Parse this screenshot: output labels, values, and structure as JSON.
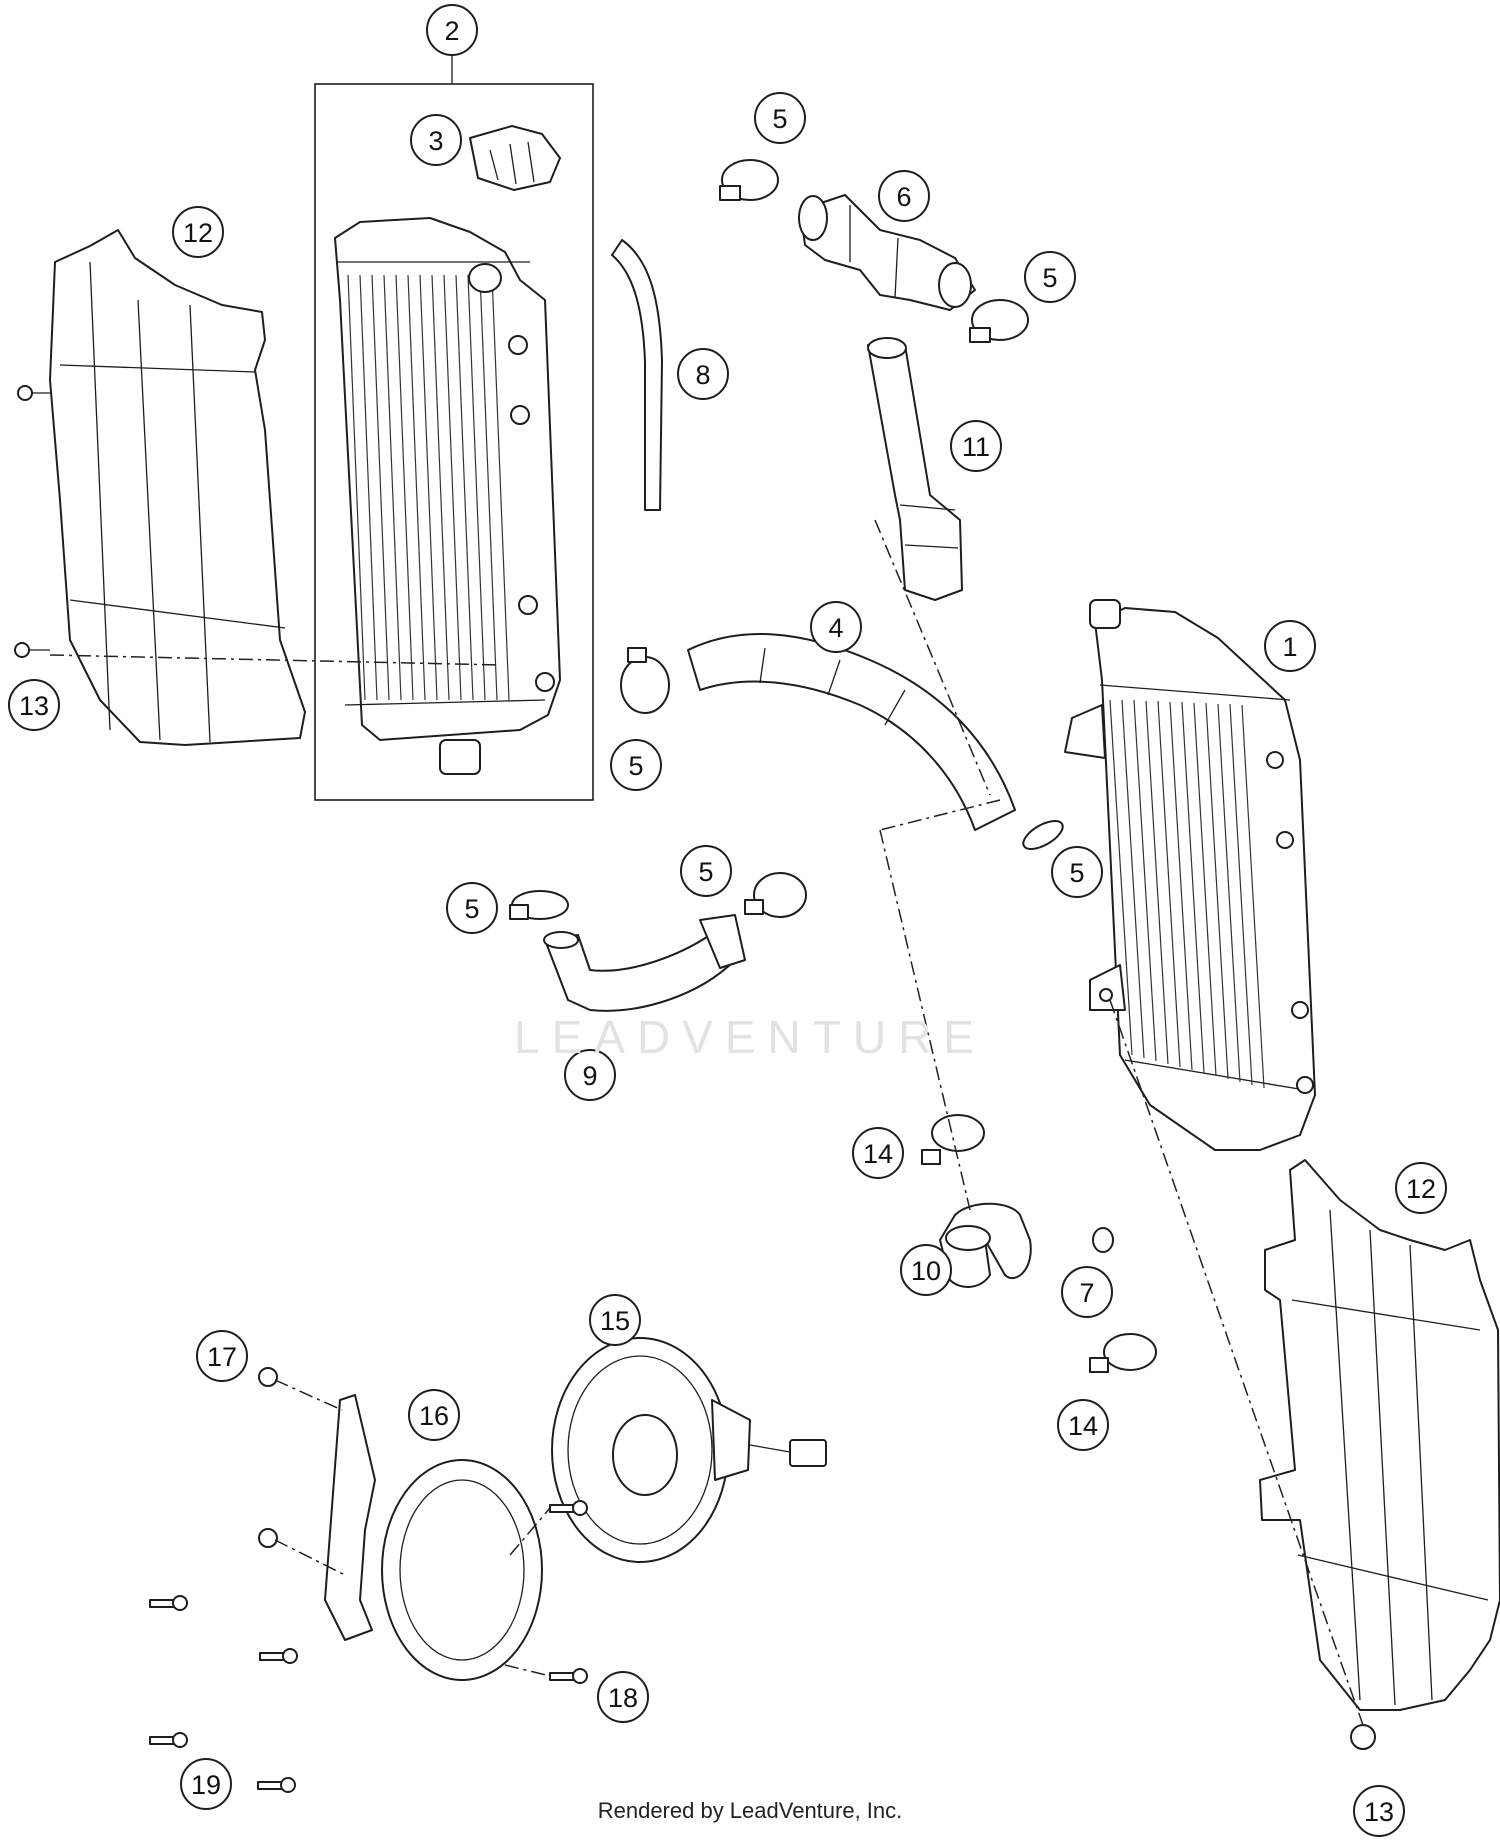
{
  "watermark": "LEADVENTURE",
  "credit": "Rendered by LeadVenture, Inc.",
  "callouts": [
    "1",
    "2",
    "3",
    "4",
    "5",
    "6",
    "7",
    "8",
    "9",
    "10",
    "11",
    "12",
    "13",
    "14",
    "15",
    "16",
    "17",
    "18",
    "19"
  ]
}
